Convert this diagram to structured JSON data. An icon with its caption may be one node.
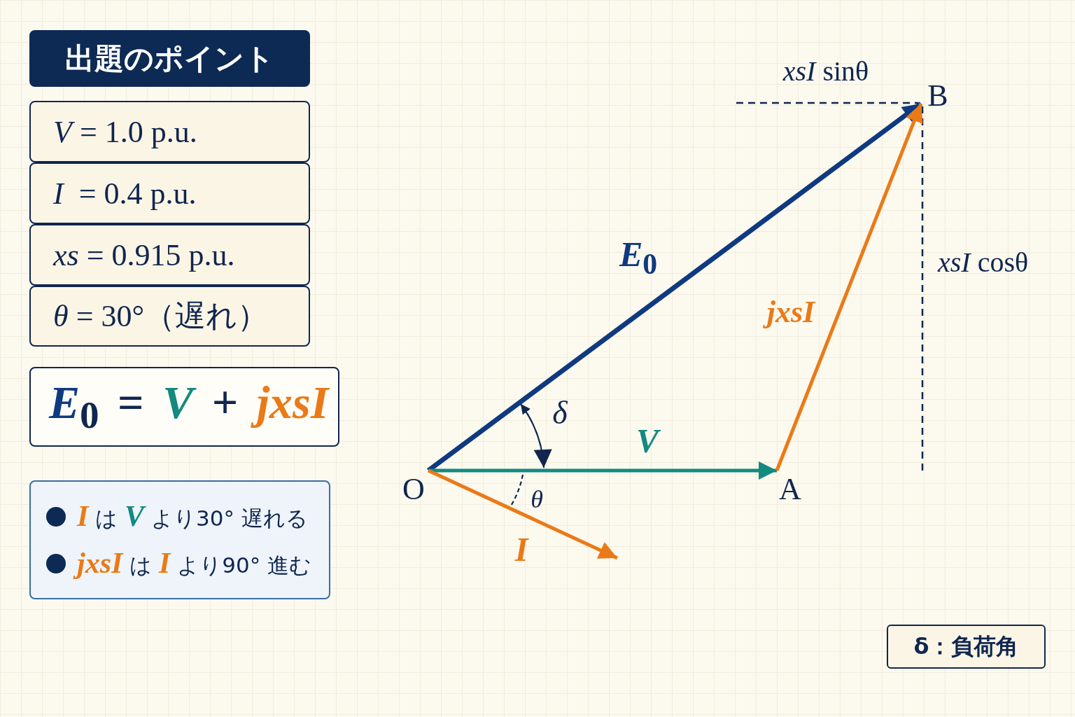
{
  "diagram": {
    "nodes": [
      {
        "text": [
          "出題のポイント"
        ]
      },
      {
        "text": [
          "*V* = 1.0 p.u."
        ]
      },
      {
        "text": [
          "*I*  = 0.4 p.u."
        ]
      },
      {
        "text": [
          "*xs* = 0.915 p.u."
        ]
      },
      {
        "text": [
          "*θ* = 30°（遅れ）"
        ]
      },
      {
        "text": [
          "*E*$_{0}$ = *V* + *jxsI*"
        ]
      },
      {
        "text": [
          "*I* は *V* より30° 遅れる",
          "*jxsI* は *I* より90° 進む"
        ]
      },
      {
        "text": [
          "δ：負荷角"
        ]
      },
      {
        "text": [
          "O"
        ]
      },
      {
        "text": [
          "A"
        ]
      },
      {
        "text": [
          "B"
        ]
      }
    ],
    "edges": [
      {
        "from": 8,
        "to": 10,
        "arrow": "to",
        "label": "*E*$_{0}$",
        "color": "#0f3a80"
      },
      {
        "from": 8,
        "to": 9,
        "arrow": "to",
        "label": "*V*",
        "color": "#138a80"
      },
      {
        "from": 9,
        "to": 10,
        "arrow": "to",
        "label": "*jxsI*",
        "color": "#ea7a17"
      },
      {
        "from": 8,
        "to": null,
        "arrow": "to",
        "label": "*I*",
        "color": "#ea7a17"
      }
    ],
    "labels": [
      "*xsI* sinθ",
      "*xsI* cosθ",
      "δ",
      "θ"
    ]
  }
}
